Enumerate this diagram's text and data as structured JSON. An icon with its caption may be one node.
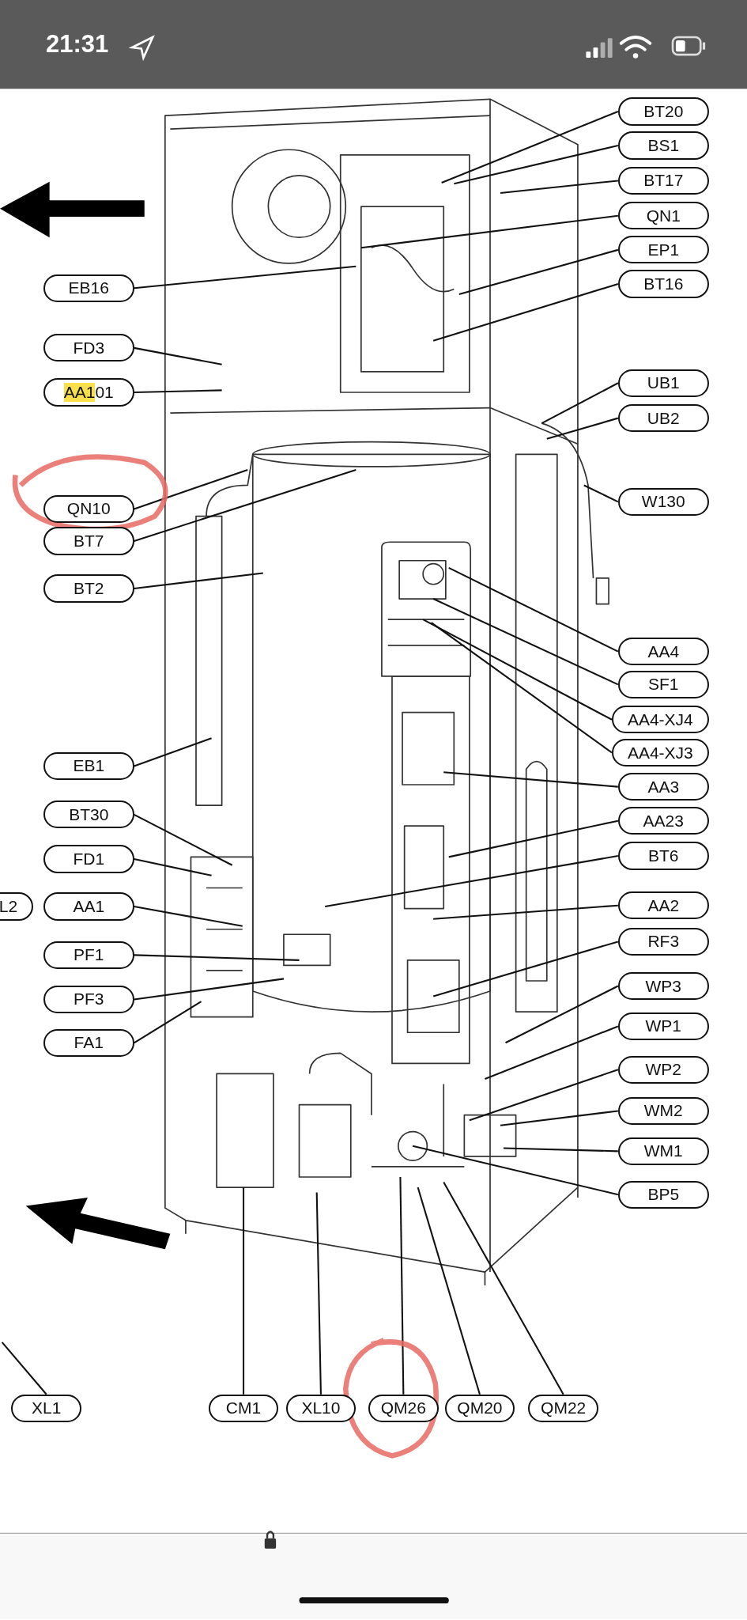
{
  "diagram": {
    "nodes": [
      {
        "text": [
          "EB16"
        ]
      },
      {
        "text": [
          "FD3"
        ]
      },
      {
        "text": [
          "AA101"
        ]
      },
      {
        "text": [
          "QN10"
        ]
      },
      {
        "text": [
          "BT7"
        ]
      },
      {
        "text": [
          "BT2"
        ]
      },
      {
        "text": [
          "EB1"
        ]
      },
      {
        "text": [
          "BT30"
        ]
      },
      {
        "text": [
          "FD1"
        ]
      },
      {
        "text": [
          "L2"
        ]
      },
      {
        "text": [
          "AA1"
        ]
      },
      {
        "text": [
          "PF1"
        ]
      },
      {
        "text": [
          "PF3"
        ]
      },
      {
        "text": [
          "FA1"
        ]
      },
      {
        "text": [
          "BT20"
        ]
      },
      {
        "text": [
          "BS1"
        ]
      },
      {
        "text": [
          "BT17"
        ]
      },
      {
        "text": [
          "QN1"
        ]
      },
      {
        "text": [
          "EP1"
        ]
      },
      {
        "text": [
          "BT16"
        ]
      },
      {
        "text": [
          "UB1"
        ]
      },
      {
        "text": [
          "UB2"
        ]
      },
      {
        "text": [
          "W130"
        ]
      },
      {
        "text": [
          "AA4"
        ]
      },
      {
        "text": [
          "SF1"
        ]
      },
      {
        "text": [
          "AA4-XJ4"
        ]
      },
      {
        "text": [
          "AA4-XJ3"
        ]
      },
      {
        "text": [
          "AA3"
        ]
      },
      {
        "text": [
          "AA23"
        ]
      },
      {
        "text": [
          "BT6"
        ]
      },
      {
        "text": [
          "AA2"
        ]
      },
      {
        "text": [
          "RF3"
        ]
      },
      {
        "text": [
          "WP3"
        ]
      },
      {
        "text": [
          "WP1"
        ]
      },
      {
        "text": [
          "WP2"
        ]
      },
      {
        "text": [
          "WM2"
        ]
      },
      {
        "text": [
          "WM1"
        ]
      },
      {
        "text": [
          "BP5"
        ]
      },
      {
        "text": [
          "XL1"
        ]
      },
      {
        "text": [
          "CM1"
        ]
      },
      {
        "text": [
          "XL10"
        ]
      },
      {
        "text": [
          "QM26"
        ]
      },
      {
        "text": [
          "QM20"
        ]
      },
      {
        "text": [
          "QM22"
        ]
      }
    ],
    "edges": [
      {
        "from": 0,
        "to": null,
        "arrow": "none"
      },
      {
        "from": 1,
        "to": null,
        "arrow": "none"
      },
      {
        "from": 2,
        "to": null,
        "arrow": "none"
      },
      {
        "from": 3,
        "to": null,
        "arrow": "none"
      },
      {
        "from": 4,
        "to": null,
        "arrow": "none"
      },
      {
        "from": 5,
        "to": null,
        "arrow": "none"
      },
      {
        "from": 6,
        "to": null,
        "arrow": "none"
      },
      {
        "from": 7,
        "to": null,
        "arrow": "none"
      },
      {
        "from": 8,
        "to": null,
        "arrow": "none"
      },
      {
        "from": 10,
        "to": null,
        "arrow": "none"
      },
      {
        "from": 11,
        "to": null,
        "arrow": "none"
      },
      {
        "from": 12,
        "to": null,
        "arrow": "none"
      },
      {
        "from": 13,
        "to": null,
        "arrow": "none"
      },
      {
        "from": 14,
        "to": null,
        "arrow": "none"
      },
      {
        "from": 15,
        "to": null,
        "arrow": "none"
      },
      {
        "from": 16,
        "to": null,
        "arrow": "none"
      },
      {
        "from": 17,
        "to": null,
        "arrow": "none"
      },
      {
        "from": 18,
        "to": null,
        "arrow": "none"
      },
      {
        "from": 19,
        "to": null,
        "arrow": "none"
      },
      {
        "from": 20,
        "to": null,
        "arrow": "none"
      },
      {
        "from": 21,
        "to": null,
        "arrow": "none"
      },
      {
        "from": 22,
        "to": null,
        "arrow": "none"
      },
      {
        "from": 23,
        "to": null,
        "arrow": "none"
      },
      {
        "from": 24,
        "to": null,
        "arrow": "none"
      },
      {
        "from": 25,
        "to": null,
        "arrow": "none"
      },
      {
        "from": 26,
        "to": null,
        "arrow": "none"
      },
      {
        "from": 27,
        "to": null,
        "arrow": "none"
      },
      {
        "from": 28,
        "to": null,
        "arrow": "none"
      },
      {
        "from": 29,
        "to": null,
        "arrow": "none"
      },
      {
        "from": 30,
        "to": null,
        "arrow": "none"
      },
      {
        "from": 31,
        "to": null,
        "arrow": "none"
      },
      {
        "from": 32,
        "to": null,
        "arrow": "none"
      },
      {
        "from": 33,
        "to": null,
        "arrow": "none"
      },
      {
        "from": 34,
        "to": null,
        "arrow": "none"
      },
      {
        "from": 35,
        "to": null,
        "arrow": "none"
      },
      {
        "from": 36,
        "to": null,
        "arrow": "none"
      },
      {
        "from": 37,
        "to": null,
        "arrow": "none"
      },
      {
        "from": 38,
        "to": null,
        "arrow": "none"
      },
      {
        "from": 39,
        "to": null,
        "arrow": "none"
      },
      {
        "from": 40,
        "to": null,
        "arrow": "none"
      },
      {
        "from": 41,
        "to": null,
        "arrow": "none"
      },
      {
        "from": 42,
        "to": null,
        "arrow": "none"
      },
      {
        "from": 43,
        "to": null,
        "arrow": "none"
      }
    ],
    "labels": [
      "21:31"
    ]
  }
}
